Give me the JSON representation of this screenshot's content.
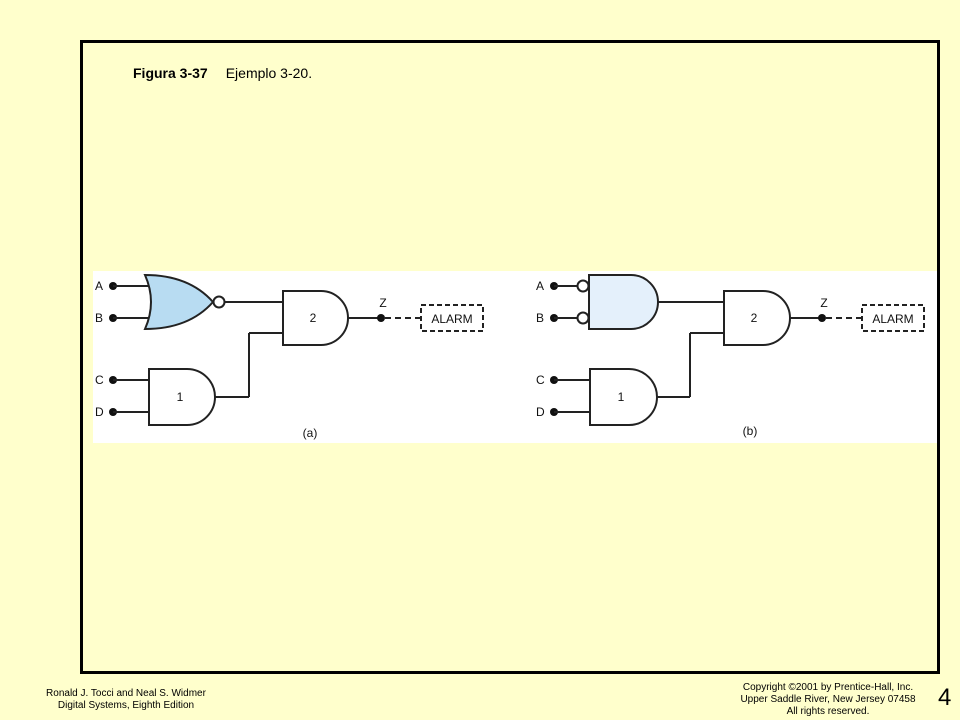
{
  "caption": {
    "figure_number": "Figura 3-37",
    "figure_title": "Ejemplo 3-20."
  },
  "circuits": [
    {
      "sublabel": "(a)",
      "inputs": [
        "A",
        "B",
        "C",
        "D"
      ],
      "gate1_label": "1",
      "gate2_label": "2",
      "output": "Z",
      "alarm": "ALARM"
    },
    {
      "sublabel": "(b)",
      "inputs": [
        "A",
        "B",
        "C",
        "D"
      ],
      "gate1_label": "1",
      "gate2_label": "2",
      "output": "Z",
      "alarm": "ALARM"
    }
  ],
  "footer": {
    "authors": "Ronald J. Tocci and Neal S. Widmer",
    "book": "Digital Systems, Eighth Edition",
    "copyright": "Copyright ©2001 by Prentice-Hall, Inc.",
    "address": "Upper Saddle River, New Jersey 07458",
    "rights": "All rights reserved.",
    "page_number": "4"
  },
  "colors": {
    "page_background": "#ffffcc",
    "diagram_background": "#ffffff",
    "nor_gate_fill": "#b8dcf2",
    "and_gate_fill_b": "#e4f0fb"
  }
}
